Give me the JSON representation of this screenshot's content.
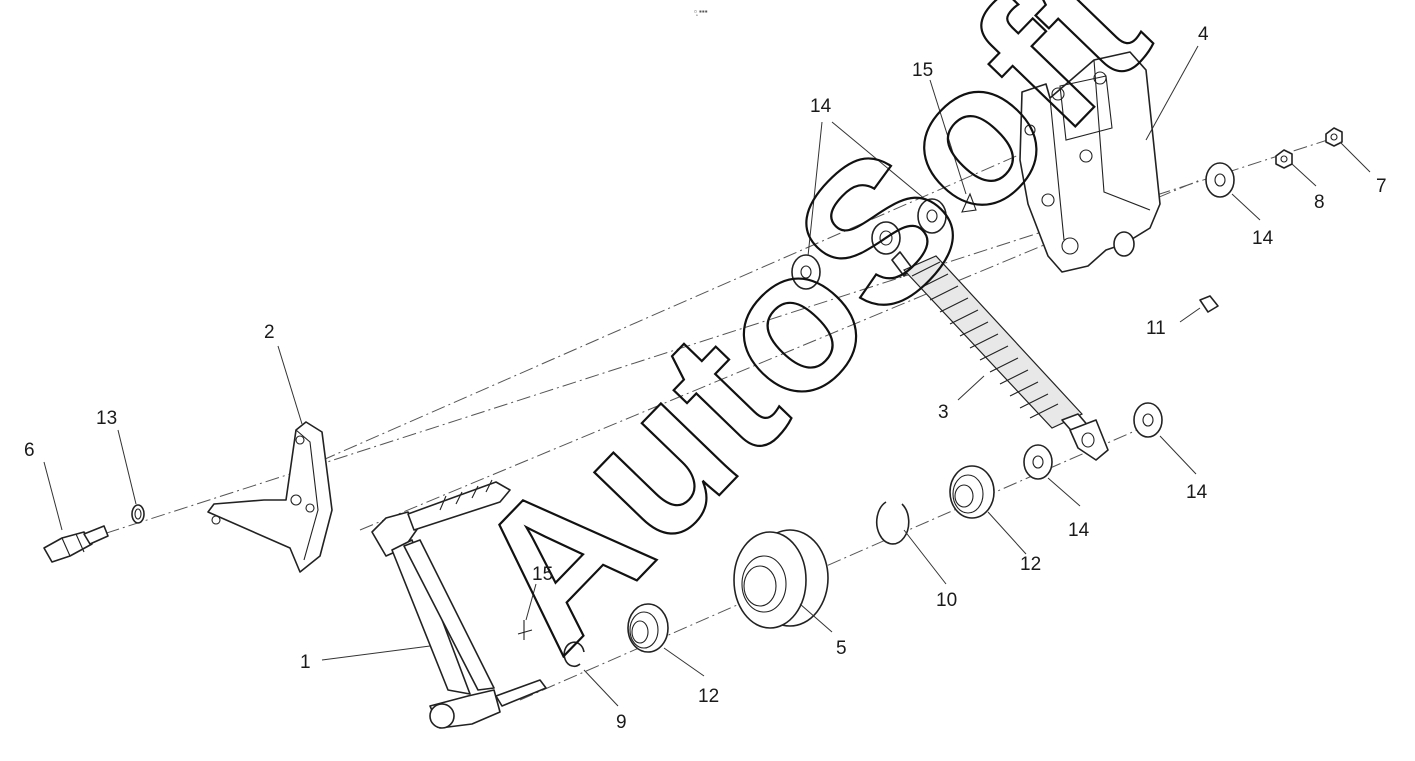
{
  "header": {
    "top_caption": "▫̥ ▪▪▪"
  },
  "watermark": "AutoSoft",
  "callouts": [
    {
      "id": "c1",
      "text": "1"
    },
    {
      "id": "c2",
      "text": "2"
    },
    {
      "id": "c3",
      "text": "3"
    },
    {
      "id": "c4",
      "text": "4"
    },
    {
      "id": "c5",
      "text": "5"
    },
    {
      "id": "c6",
      "text": "6"
    },
    {
      "id": "c7",
      "text": "7"
    },
    {
      "id": "c8",
      "text": "8"
    },
    {
      "id": "c9",
      "text": "9"
    },
    {
      "id": "c10",
      "text": "10"
    },
    {
      "id": "c11",
      "text": "11"
    },
    {
      "id": "c12a",
      "text": "12"
    },
    {
      "id": "c12b",
      "text": "12"
    },
    {
      "id": "c13",
      "text": "13"
    },
    {
      "id": "c14a",
      "text": "14"
    },
    {
      "id": "c14b",
      "text": "14"
    },
    {
      "id": "c14c",
      "text": "14"
    },
    {
      "id": "c14d",
      "text": "14"
    },
    {
      "id": "c15a",
      "text": "15"
    },
    {
      "id": "c15b",
      "text": "15"
    }
  ]
}
